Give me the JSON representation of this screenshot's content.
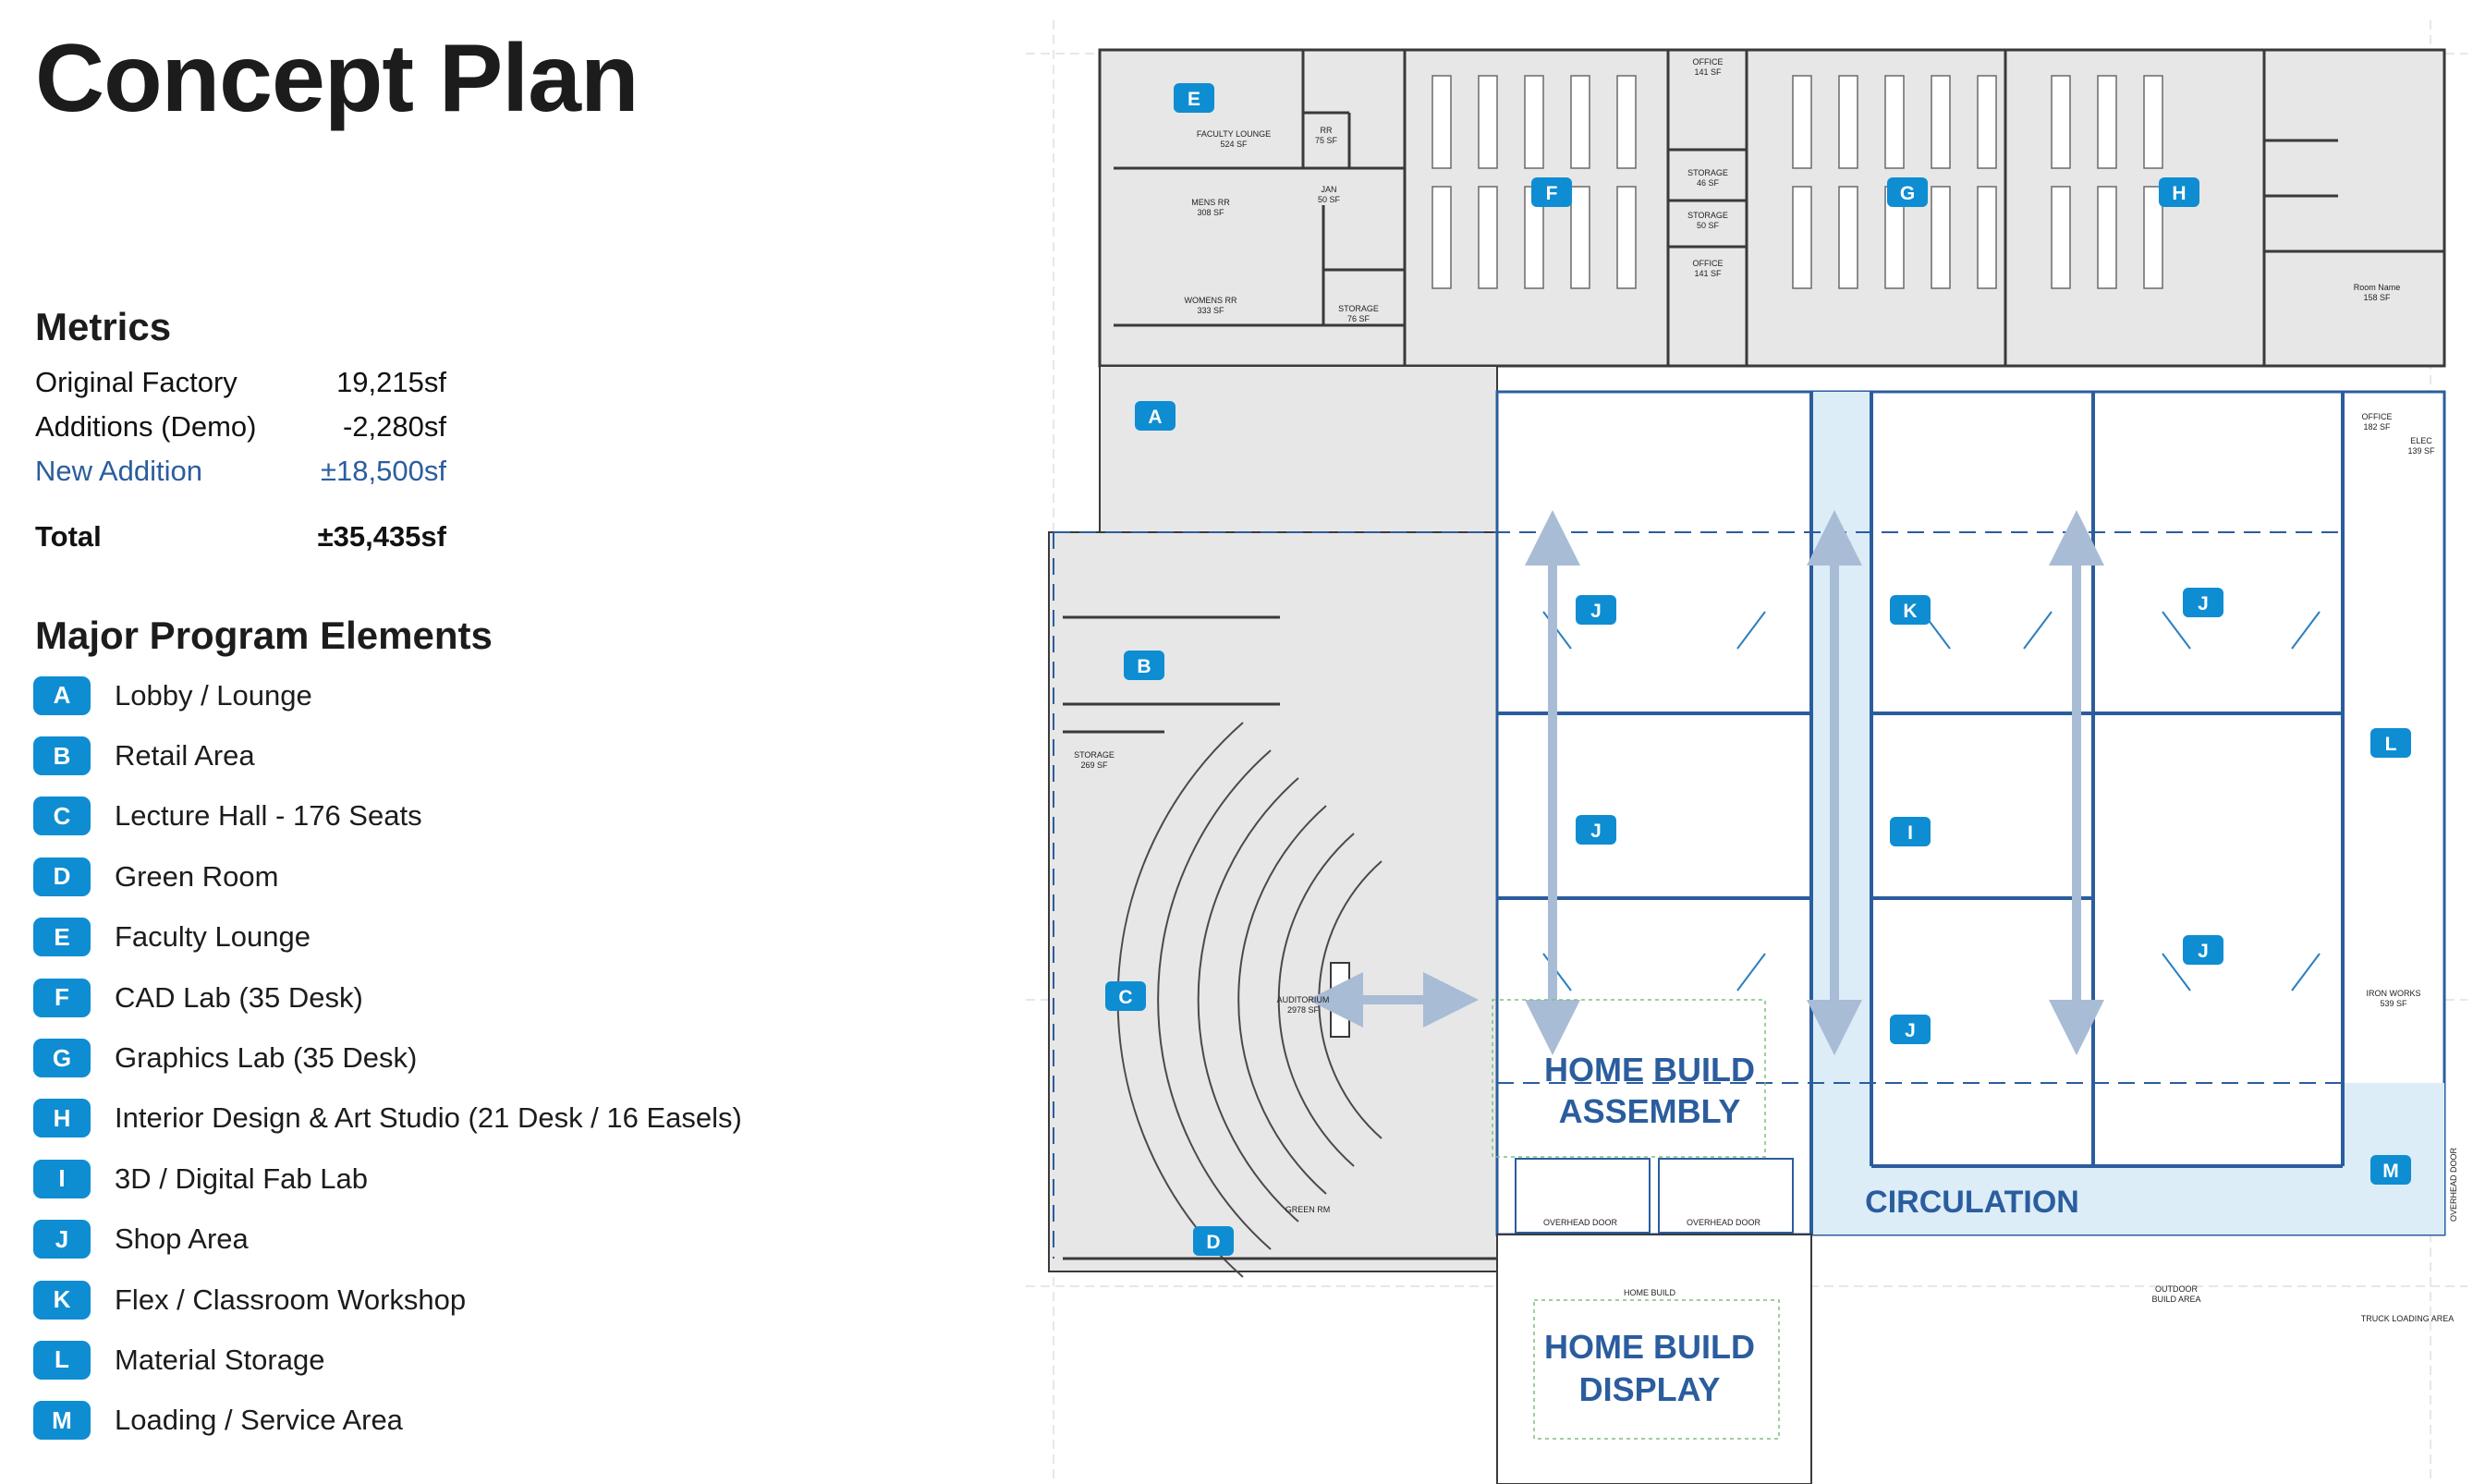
{
  "title": "Concept Plan",
  "metrics": {
    "heading": "Metrics",
    "rows": [
      {
        "label": "Original Factory",
        "value": "19,215sf"
      },
      {
        "label": "Additions (Demo)",
        "value": "-2,280sf"
      },
      {
        "label": "New Addition",
        "value": "±18,500sf"
      }
    ],
    "total": {
      "label": "Total",
      "value": "±35,435sf"
    }
  },
  "program": {
    "heading": "Major Program Elements",
    "items": [
      {
        "key": "A",
        "label": "Lobby / Lounge"
      },
      {
        "key": "B",
        "label": "Retail Area"
      },
      {
        "key": "C",
        "label": "Lecture Hall - 176 Seats"
      },
      {
        "key": "D",
        "label": "Green Room"
      },
      {
        "key": "E",
        "label": "Faculty Lounge"
      },
      {
        "key": "F",
        "label": "CAD Lab (35 Desk)"
      },
      {
        "key": "G",
        "label": "Graphics Lab (35 Desk)"
      },
      {
        "key": "H",
        "label": "Interior Design & Art Studio (21 Desk / 16 Easels)"
      },
      {
        "key": "I",
        "label": "3D / Digital Fab Lab"
      },
      {
        "key": "J",
        "label": "Shop Area"
      },
      {
        "key": "K",
        "label": "Flex / Classroom Workshop"
      },
      {
        "key": "L",
        "label": "Material Storage"
      },
      {
        "key": "M",
        "label": "Loading / Service Area"
      }
    ]
  },
  "plan": {
    "labels": {
      "assembly_1": "HOME BUILD",
      "assembly_2": "ASSEMBLY",
      "display_1": "HOME BUILD",
      "display_2": "DISPLAY",
      "circulation": "CIRCULATION"
    },
    "small_labels": {
      "faculty_lounge": "FACULTY LOUNGE",
      "faculty_lounge_sf": "524 SF",
      "rr": "RR",
      "rr_sf": "75 SF",
      "jan": "JAN",
      "jan_sf": "50 SF",
      "mens_rr": "MENS RR",
      "mens_rr_sf": "308 SF",
      "womens_rr": "WOMENS RR",
      "womens_rr_sf": "333 SF",
      "storage_top": "STORAGE",
      "storage_top_sf": "76 SF",
      "office_1": "OFFICE",
      "office_1_sf": "141 SF",
      "storage_1": "STORAGE",
      "storage_1_sf": "46 SF",
      "storage_2": "STORAGE",
      "storage_2_sf": "50 SF",
      "office_2": "OFFICE",
      "office_2_sf": "141 SF",
      "room_name": "Room Name",
      "room_name_sf": "158 SF",
      "storage_left": "STORAGE",
      "storage_left_sf": "269 SF",
      "auditorium": "AUDITORIUM",
      "auditorium_sf": "2978 SF",
      "green_rm": "GREEN RM",
      "office_3": "OFFICE",
      "office_3_sf": "182 SF",
      "elec": "ELEC",
      "elec_sf": "139 SF",
      "iron_works": "IRON WORKS",
      "iron_works_sf": "539 SF",
      "overhead_door_1": "OVERHEAD DOOR",
      "overhead_door_2": "OVERHEAD DOOR",
      "home_build_small": "HOME BUILD",
      "outdoor_1": "OUTDOOR",
      "outdoor_2": "BUILD AREA",
      "truck_loading": "TRUCK LOADING AREA",
      "overhead_door_3": "OVERHEAD DOOR"
    },
    "colors": {
      "badge": "#0e8dd2",
      "structure": "#2b5d9e",
      "circulation_fill": "#dcedf8",
      "existing_fill": "#e7e7e7",
      "arrow": "#a9bcd6"
    }
  }
}
